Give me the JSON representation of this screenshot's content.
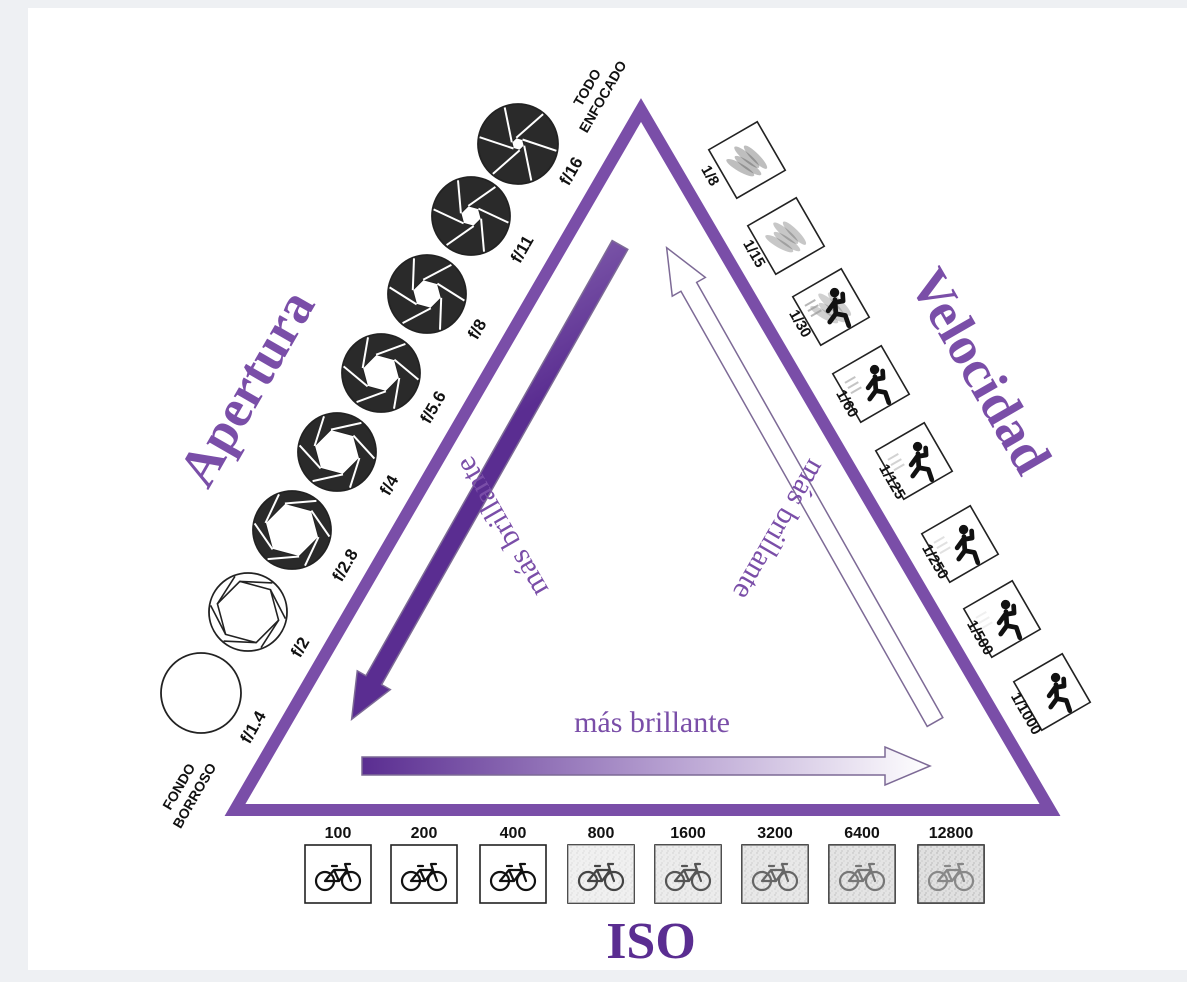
{
  "colors": {
    "accent": "#7a4ea8",
    "accent_dark": "#5a2d91",
    "ink": "#111111",
    "panel_bg": "#ffffff",
    "page_bg": "#eef0f3"
  },
  "aperture": {
    "title": "Apertura",
    "top_note": [
      "TODO",
      "ENFOCADO"
    ],
    "bottom_note": [
      "FONDO",
      "BORROSO"
    ],
    "stops": [
      "f/1.4",
      "f/2",
      "f/2.8",
      "f/4",
      "f/5.6",
      "f/8",
      "f/11",
      "f/16"
    ],
    "icon": "aperture-blade-icon"
  },
  "shutter": {
    "title": "Velocidad",
    "speeds": [
      "1/8",
      "1/15",
      "1/30",
      "1/60",
      "1/125",
      "1/250",
      "1/500",
      "1/1000"
    ],
    "icon": "running-figure-icon"
  },
  "iso": {
    "title": "ISO",
    "values": [
      "100",
      "200",
      "400",
      "800",
      "1600",
      "3200",
      "6400",
      "12800"
    ],
    "icon": "bicycle-icon"
  },
  "arrows": {
    "bottom_label": "más brillante",
    "left_label": "más brillante",
    "right_label": "más brillante"
  }
}
